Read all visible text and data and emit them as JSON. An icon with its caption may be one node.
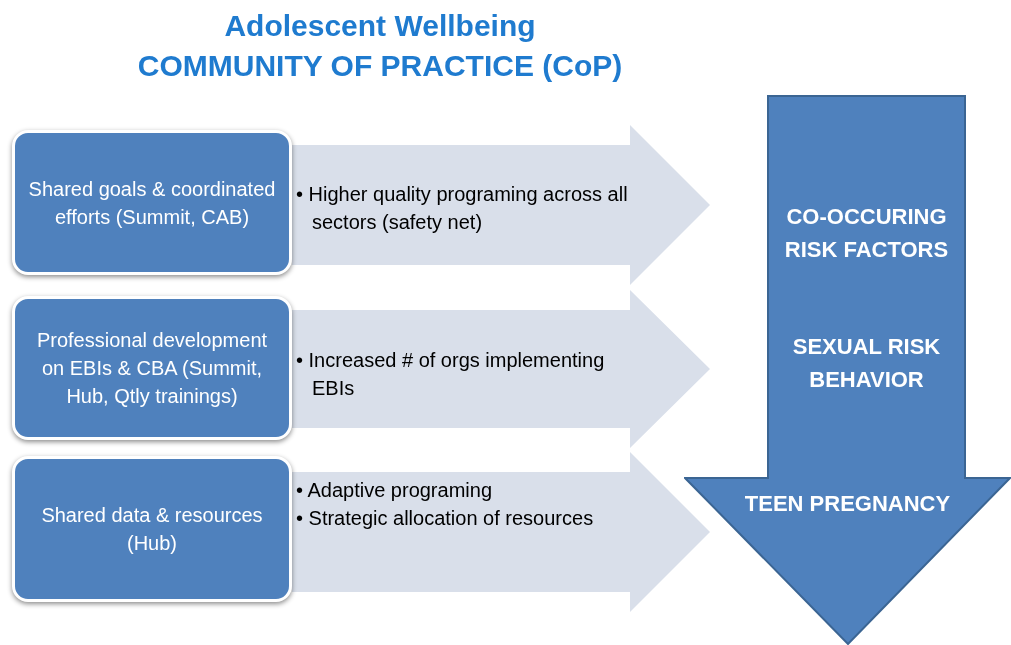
{
  "diagram": {
    "title": "Adolescent Wellbeing COMMUNITY OF PRACTICE (CoP)",
    "nodes": [
      {
        "text": [
          "Shared goals & coordinated efforts (Summit, CAB)"
        ]
      },
      {
        "text": [
          "• Higher quality programing across all sectors (safety net)"
        ]
      },
      {
        "text": [
          "Professional development on EBIs & CBA (Summit, Hub, Qtly trainings)"
        ]
      },
      {
        "text": [
          "• Increased # of orgs implementing EBIs"
        ]
      },
      {
        "text": [
          "Shared data & resources  (Hub)"
        ]
      },
      {
        "text": [
          "• Adaptive programing",
          "• Strategic allocation of resources"
        ]
      },
      {
        "text": [
          "CO-OCCURING RISK FACTORS",
          "SEXUAL RISK BEHAVIOR",
          "TEEN PREGNANCY"
        ]
      }
    ],
    "edges": []
  }
}
